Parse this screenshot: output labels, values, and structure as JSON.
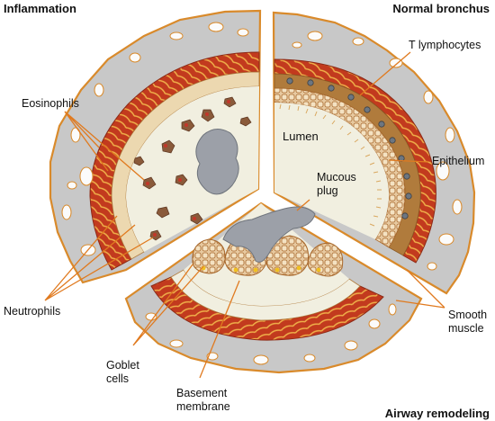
{
  "panels": {
    "inflammation": {
      "title": "Inflammation"
    },
    "normal": {
      "title": "Normal bronchus"
    },
    "remodeling": {
      "title": "Airway remodeling"
    }
  },
  "labels": {
    "eosinophils": "Eosinophils",
    "neutrophils": "Neutrophils",
    "t_lymphocytes": "T lymphocytes",
    "lumen": "Lumen",
    "epithelium": "Epithelium",
    "mucous_plug_line1": "Mucous",
    "mucous_plug_line2": "plug",
    "smooth_muscle_line1": "Smooth",
    "smooth_muscle_line2": "muscle",
    "goblet_line1": "Goblet",
    "goblet_line2": "cells",
    "basement_line1": "Basement",
    "basement_line2": "membrane"
  },
  "colors": {
    "outer_tissue": "#c8c8c8",
    "outer_edge": "#d98a2b",
    "muscle": "#c23a1e",
    "muscle_light": "#e8a14a",
    "epithelium": "#b06a2a",
    "lumen": "#f1efe0",
    "mucus": "#9ca0a8",
    "leader": "#e07a1f"
  }
}
